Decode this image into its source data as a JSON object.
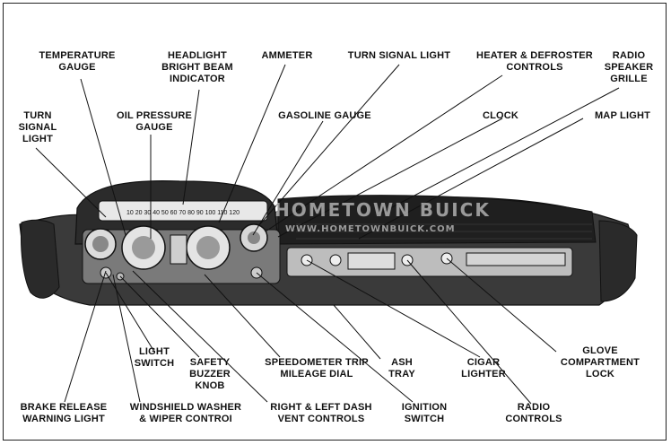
{
  "labels": {
    "temperature_gauge": "TEMPERATURE\nGAUGE",
    "headlight_bright_beam": "HEADLIGHT\nBRIGHT BEAM\nINDICATOR",
    "ammeter": "AMMETER",
    "turn_signal_light_top": "TURN SIGNAL LIGHT",
    "heater_defroster": "HEATER & DEFROSTER\nCONTROLS",
    "radio_speaker_grille": "RADIO\nSPEAKER\nGRILLE",
    "turn_signal_light_left": "TURN\nSIGNAL\nLIGHT",
    "oil_pressure_gauge": "OIL PRESSURE\nGAUGE",
    "gasoline_gauge": "GASOLINE GAUGE",
    "clock": "CLOCK",
    "map_light": "MAP LIGHT",
    "light_switch": "LIGHT\nSWITCH",
    "safety_buzzer_knob": "SAFETY\nBUZZER\nKNOB",
    "speedometer_trip": "SPEEDOMETER TRIP\nMILEAGE DIAL",
    "ash_tray": "ASH\nTRAY",
    "cigar_lighter": "CIGAR\nLIGHTER",
    "glove_compartment_lock": "GLOVE\nCOMPARTMENT\nLOCK",
    "brake_release": "BRAKE RELEASE\nWARNING LIGHT",
    "windshield_washer": "WINDSHIELD WASHER\n& WIPER CONTROI",
    "right_left_dash_vent": "RIGHT & LEFT DASH\nVENT CONTROLS",
    "ignition_switch": "IGNITION\nSWITCH",
    "radio_controls": "RADIO\nCONTROLS"
  },
  "watermark": {
    "line1": "HOMETOWN BUICK",
    "line2": "WWW.HOMETOWNBUICK.COM"
  },
  "speedo_scale": "10 20 30 40 50 60 70 80 90 100 110 120"
}
